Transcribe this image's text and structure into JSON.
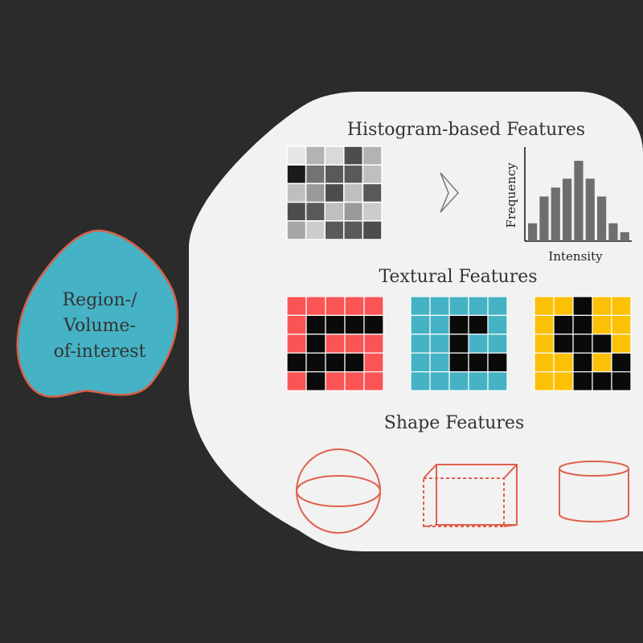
{
  "roi": {
    "label_lines": [
      "Region-/",
      "Volume-",
      "of-interest"
    ],
    "fill_color": "#45b3c5",
    "stroke_color": "#d9604a"
  },
  "panel": {
    "background": "#f2f2f2"
  },
  "histogram_section": {
    "title": "Histogram-based Features",
    "arrow_icon": "chevron-right-icon",
    "grayscale_grid": [
      [
        0.9,
        0.7,
        0.85,
        0.3,
        0.7
      ],
      [
        0.1,
        0.45,
        0.35,
        0.35,
        0.75
      ],
      [
        0.75,
        0.6,
        0.3,
        0.75,
        0.35
      ],
      [
        0.3,
        0.35,
        0.75,
        0.6,
        0.8
      ],
      [
        0.65,
        0.8,
        0.35,
        0.35,
        0.3
      ]
    ],
    "chart_data": {
      "type": "bar",
      "xlabel": "Intensity",
      "ylabel": "Frequency",
      "values": [
        2,
        5,
        6,
        7,
        9,
        7,
        5,
        2,
        1
      ],
      "ylim": [
        0,
        10
      ],
      "bar_color": "#6e6e6e"
    }
  },
  "textural_section": {
    "title": "Textural Features",
    "grids": [
      {
        "color": "#fb5454",
        "pattern": [
          [
            0,
            0,
            0,
            0,
            0
          ],
          [
            0,
            1,
            1,
            1,
            1
          ],
          [
            0,
            1,
            0,
            0,
            0
          ],
          [
            1,
            1,
            1,
            1,
            0
          ],
          [
            0,
            1,
            0,
            0,
            0
          ]
        ]
      },
      {
        "color": "#45b3c5",
        "pattern": [
          [
            0,
            0,
            0,
            0,
            0
          ],
          [
            0,
            0,
            1,
            1,
            0
          ],
          [
            0,
            0,
            1,
            0,
            0
          ],
          [
            0,
            0,
            1,
            1,
            1
          ],
          [
            0,
            0,
            0,
            0,
            0
          ]
        ]
      },
      {
        "color": "#fcc004",
        "pattern": [
          [
            0,
            0,
            1,
            0,
            0
          ],
          [
            0,
            1,
            1,
            0,
            0
          ],
          [
            0,
            1,
            1,
            1,
            0
          ],
          [
            0,
            0,
            1,
            0,
            1
          ],
          [
            0,
            0,
            1,
            1,
            1
          ]
        ]
      }
    ]
  },
  "shape_section": {
    "title": "Shape Features",
    "shapes": [
      "sphere-icon",
      "cuboid-icon",
      "cylinder-icon"
    ],
    "stroke_color": "#e0604c"
  }
}
